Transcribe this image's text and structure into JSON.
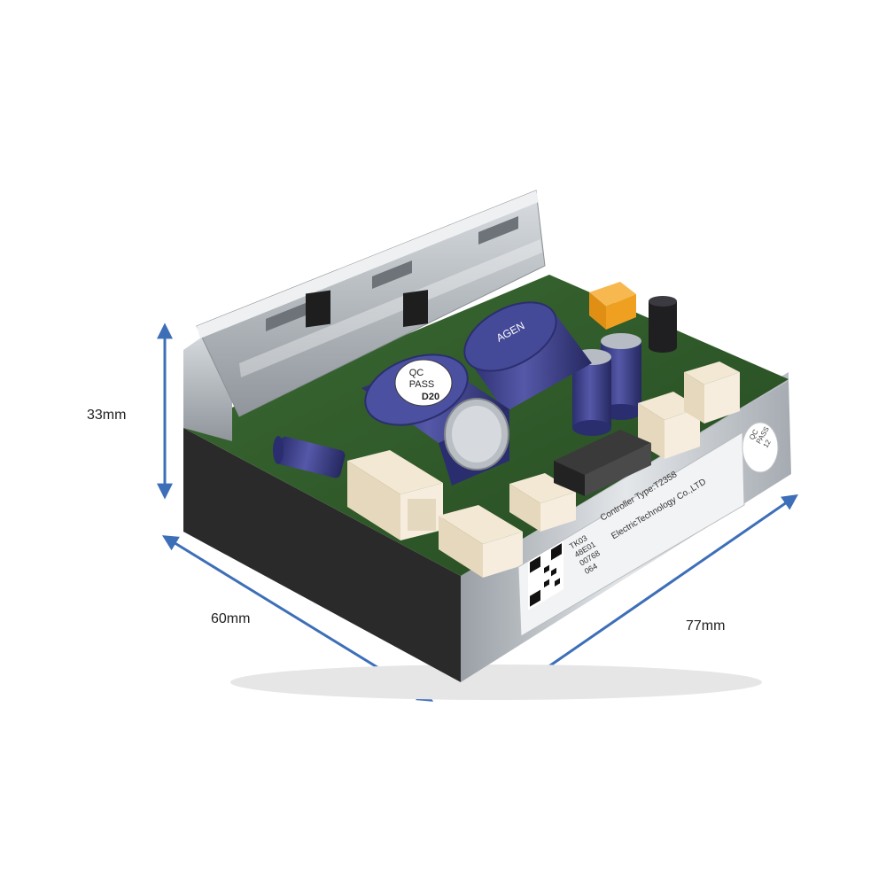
{
  "dimensions": {
    "height": "33mm",
    "depth": "60mm",
    "width": "77mm"
  },
  "component_markings": {
    "capacitor_large_top": [
      "QC",
      "PASS",
      "D20"
    ],
    "capacitor_large_side": "AGEN",
    "housing_sticker": [
      "QC",
      "PASS",
      "12"
    ],
    "label_line_1": "Controller Type:T2358",
    "label_line_2": "ElectricTechnology Co.,LTD",
    "label_codes": [
      "TK03",
      "48E01",
      "00768",
      "064"
    ]
  },
  "colors": {
    "arrow": "#3d6fb8",
    "pcb": "#2f5a2a",
    "capacitor": "#3c3f8c",
    "connector": "#efe3cd",
    "xt30": "#f0a020",
    "aluminum": "#c9cdd2",
    "heatsink_base": "#2a2a2a"
  }
}
